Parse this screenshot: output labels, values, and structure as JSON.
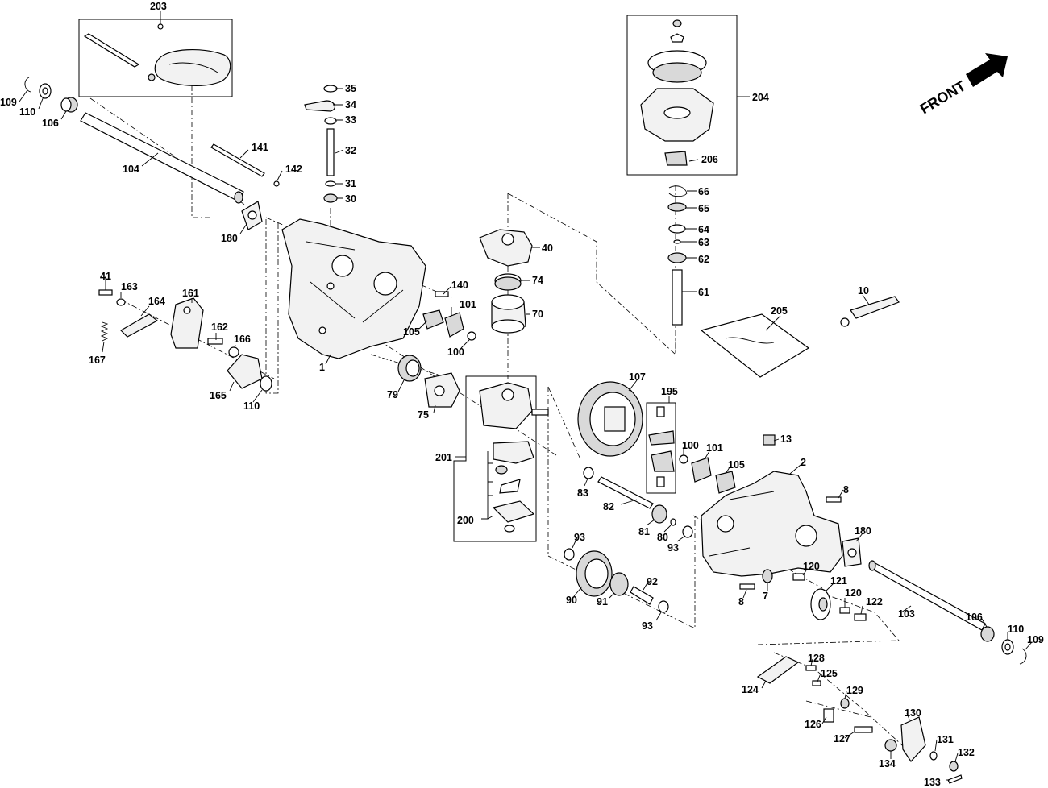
{
  "front_label": "FRONT",
  "labels": {
    "l203": "203",
    "l109a": "109",
    "l110a": "110",
    "l106a": "106",
    "l104": "104",
    "l141": "141",
    "l142": "142",
    "l180a": "180",
    "l35": "35",
    "l34": "34",
    "l33": "33",
    "l32": "32",
    "l31": "31",
    "l30": "30",
    "l40": "40",
    "l74": "74",
    "l70": "70",
    "l204": "204",
    "l206": "206",
    "l66": "66",
    "l65": "65",
    "l64": "64",
    "l63": "63",
    "l62": "62",
    "l61": "61",
    "l205": "205",
    "l10": "10",
    "l41": "41",
    "l163": "163",
    "l164": "164",
    "l161": "161",
    "l167": "167",
    "l162": "162",
    "l166": "166",
    "l165": "165",
    "l110b": "110",
    "l1": "1",
    "l140": "140",
    "l101a": "101",
    "l105a": "105",
    "l100a": "100",
    "l79": "79",
    "l75": "75",
    "l201": "201",
    "l200": "200",
    "l107": "107",
    "l195": "195",
    "l100b": "100",
    "l101b": "101",
    "l105b": "105",
    "l13": "13",
    "l2": "2",
    "l8a": "8",
    "l83": "83",
    "l82": "82",
    "l81": "81",
    "l80": "80",
    "l93a": "93",
    "l180b": "180",
    "l93b": "93",
    "l90": "90",
    "l91": "91",
    "l92": "92",
    "l93c": "93",
    "l8b": "8",
    "l7": "7",
    "l120a": "120",
    "l121": "121",
    "l120b": "120",
    "l122": "122",
    "l103": "103",
    "l106b": "106",
    "l110c": "110",
    "l109b": "109",
    "l128": "128",
    "l125": "125",
    "l124": "124",
    "l129": "129",
    "l126": "126",
    "l127": "127",
    "l130": "130",
    "l131": "131",
    "l132": "132",
    "l134": "134",
    "l133": "133"
  }
}
